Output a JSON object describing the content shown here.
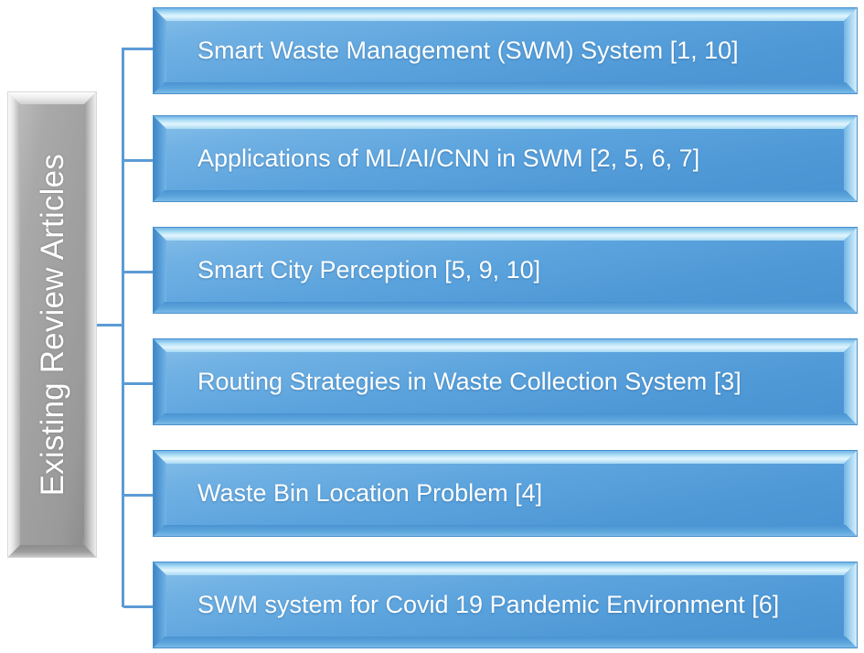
{
  "diagram": {
    "type": "hierarchy-tree",
    "orientation": "left-root-horizontal",
    "root": {
      "label": "Existing Review Articles",
      "fill_color": "#a0a0a0",
      "text_color": "#ffffff"
    },
    "connector_color": "#5b9bd5",
    "node_fill_color": "#5ba3dd",
    "node_text_color": "#ffffff",
    "nodes": [
      {
        "label": "Smart Waste Management (SWM) System [1, 10]",
        "refs": "[1, 10]"
      },
      {
        "label": "Applications of ML/AI/CNN in SWM [2, 5, 6, 7]",
        "refs": "[2, 5, 6, 7]"
      },
      {
        "label": "Smart City Perception [5, 9, 10]",
        "refs": "[5, 9, 10]"
      },
      {
        "label": "Routing Strategies in Waste Collection System [3]",
        "refs": "[3]"
      },
      {
        "label": "Waste Bin Location Problem [4]",
        "refs": "[4]"
      },
      {
        "label": "SWM system for Covid 19 Pandemic Environment [6]",
        "refs": "[6]"
      }
    ]
  }
}
